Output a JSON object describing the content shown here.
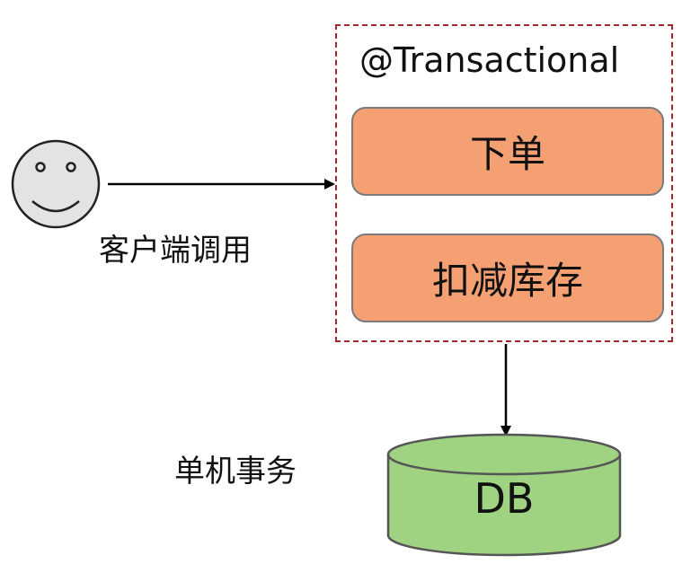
{
  "client": {
    "label": "客户端调用"
  },
  "transaction": {
    "annotation": "@Transactional",
    "steps": [
      "下单",
      "扣减库存"
    ]
  },
  "database": {
    "label": "DB"
  },
  "scope": {
    "label": "单机事务"
  },
  "colors": {
    "step_fill": "#f5a073",
    "db_fill": "#9fd382",
    "face_fill": "#e3e3e3",
    "boundary": "#a3262a"
  },
  "icons": {
    "client": "smiley-face-icon",
    "database": "database-cylinder-icon"
  }
}
